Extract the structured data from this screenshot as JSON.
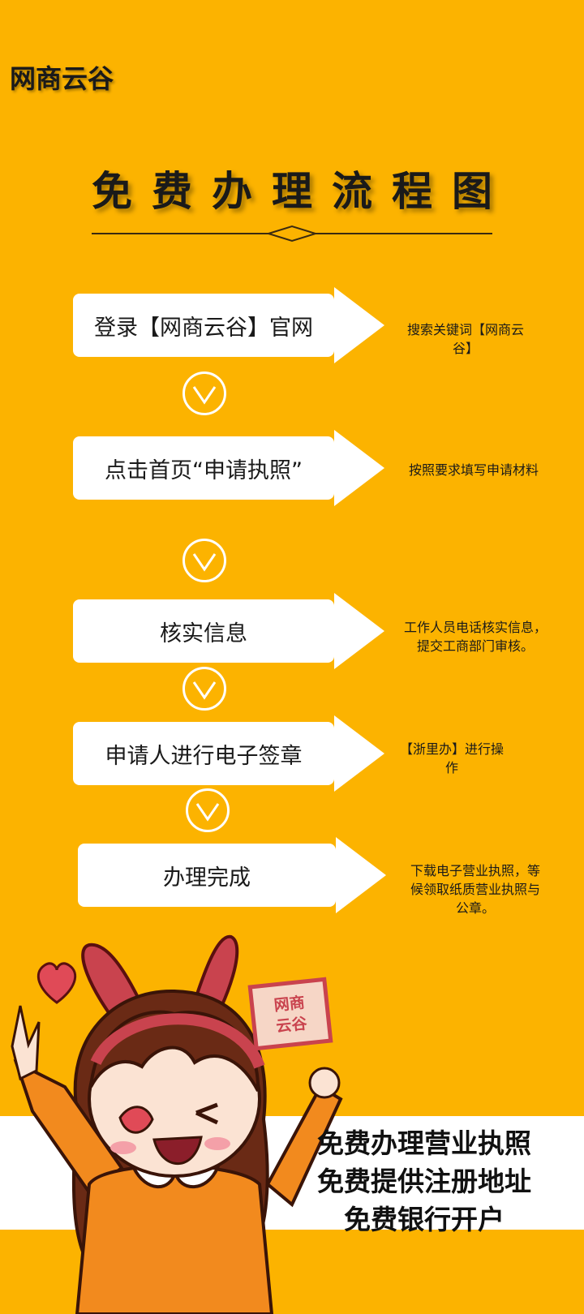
{
  "brand": "网商云谷",
  "title": "免费办理流程图",
  "steps": [
    {
      "label": "登录【网商云谷】官网",
      "note_lines": [
        "搜索关键词【网商云",
        "谷】"
      ]
    },
    {
      "label": "点击首页“申请执照”",
      "note_lines": [
        "按照要求填写申请材料"
      ]
    },
    {
      "label": "核实信息",
      "note_lines": [
        "工作人员电话核实信息，",
        "提交工商部门审核。"
      ]
    },
    {
      "label": "申请人进行电子签章",
      "note_lines": [
        "【浙里办】进行操",
        "作"
      ]
    },
    {
      "label": "办理完成",
      "note_lines": [
        "下载电子营业执照，等",
        "候领取纸质营业执照与",
        "公章。"
      ]
    }
  ],
  "sign_text": [
    "网商",
    "云谷"
  ],
  "promo": [
    "免费办理营业执照",
    "免费提供注册地址",
    "免费银行开户"
  ],
  "colors": {
    "background": "#FCB300",
    "white": "#FFFFFF",
    "text": "#1A1A1A"
  },
  "icons": [
    "chevron-down-circle-icon",
    "heart-icon"
  ]
}
